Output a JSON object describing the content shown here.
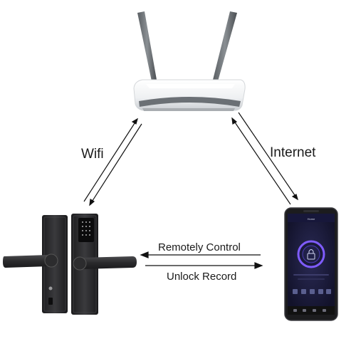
{
  "links": {
    "wifi": "Wifi",
    "internet": "Internet",
    "remote_control": "Remotely Control",
    "unlock_record": "Unlock Record"
  },
  "phone": {
    "app_title": "Home"
  }
}
